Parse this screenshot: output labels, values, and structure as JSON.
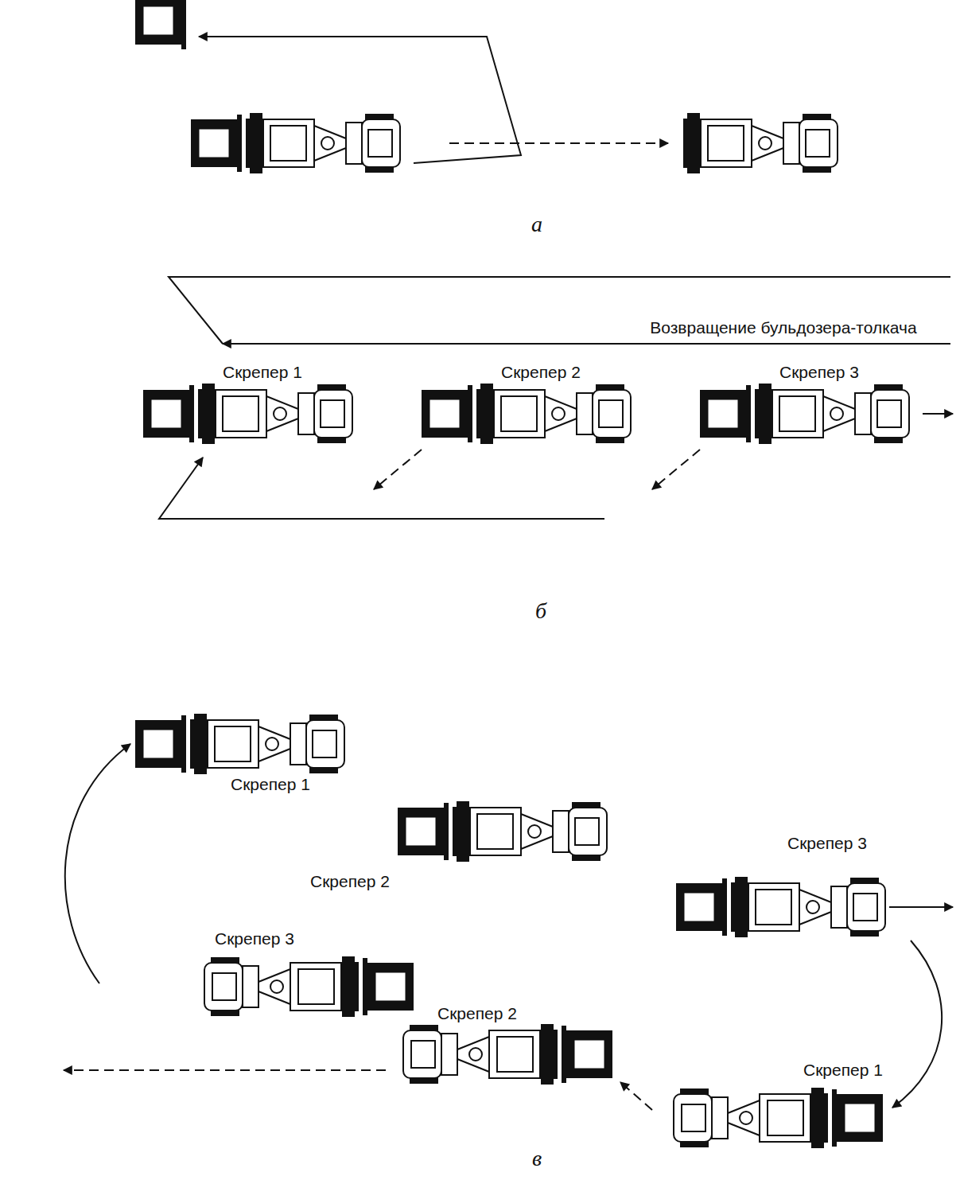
{
  "diagram": {
    "labels": [
      "а",
      "Возвращение бульдозера-толкача",
      "Скрепер 1",
      "Скрепер 2",
      "Скрепер 3",
      "б",
      "Скрепер 1",
      "Скрепер 3",
      "Скрепер 2",
      "Скрепер 3",
      "Скрепер 2",
      "Скрепер 1",
      "в"
    ]
  }
}
